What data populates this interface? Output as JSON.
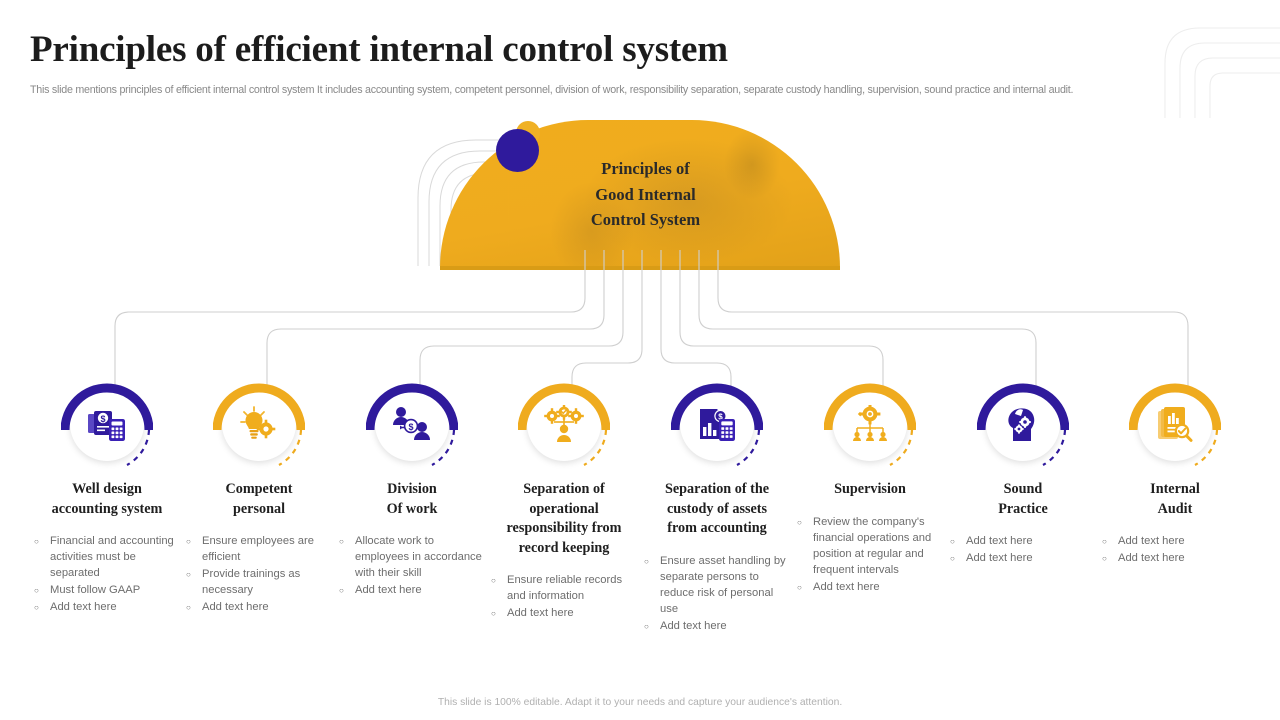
{
  "header": {
    "title": "Principles of efficient internal control system",
    "subtitle": "This slide mentions principles of efficient internal control system It includes accounting system, competent personnel, division of work, responsibility separation, separate custody handling, supervision, sound practice and internal audit."
  },
  "hub": {
    "line1": "Principles of",
    "line2": "Good Internal",
    "line3": "Control System"
  },
  "colors": {
    "navy": "#2f1a9c",
    "amber": "#efab1e",
    "connector": "#cfcfcf",
    "body_text": "#6d6d6d",
    "title_text": "#1c1c1c"
  },
  "items": [
    {
      "title_line1": "Well design",
      "title_line2": "accounting system",
      "color": "navy",
      "icon": "invoice-calculator-icon",
      "bullets": [
        "Financial and accounting activities must be separated",
        "Must follow GAAP",
        "Add text here"
      ]
    },
    {
      "title_line1": "Competent",
      "title_line2": "personal",
      "color": "amber",
      "icon": "lightbulb-gear-icon",
      "bullets": [
        "Ensure employees are efficient",
        "Provide trainings as necessary",
        "Add text here"
      ]
    },
    {
      "title_line1": "Division",
      "title_line2": "Of work",
      "color": "navy",
      "icon": "people-money-transfer-icon",
      "bullets": [
        "Allocate work to employees in accordance with their skill",
        "Add text here"
      ]
    },
    {
      "title_line1": "Separation of",
      "title_line2": "operational",
      "title_line3": "responsibility from",
      "title_line4": "record keeping",
      "color": "amber",
      "icon": "person-gears-icon",
      "bullets": [
        "Ensure reliable records and information",
        "Add text here"
      ]
    },
    {
      "title_line1": "Separation of the",
      "title_line2": "custody of assets",
      "title_line3": "from accounting",
      "color": "navy",
      "icon": "financial-report-calculator-icon",
      "bullets": [
        "Ensure asset handling by separate persons to reduce risk of personal use",
        "Add text here"
      ]
    },
    {
      "title_line1": "Supervision",
      "color": "amber",
      "icon": "gear-hierarchy-icon",
      "bullets": [
        "Review the company's financial operations and position at regular and frequent intervals",
        "Add text here"
      ]
    },
    {
      "title_line1": "Sound",
      "title_line2": "Practice",
      "color": "navy",
      "icon": "head-gears-icon",
      "bullets": [
        "Add text here",
        "Add text here"
      ]
    },
    {
      "title_line1": "Internal",
      "title_line2": "Audit",
      "color": "amber",
      "icon": "audit-report-magnifier-icon",
      "bullets": [
        "Add text here",
        "Add text here"
      ]
    }
  ],
  "footer": {
    "note": "This slide is 100% editable. Adapt it to your needs and capture your audience's attention."
  }
}
